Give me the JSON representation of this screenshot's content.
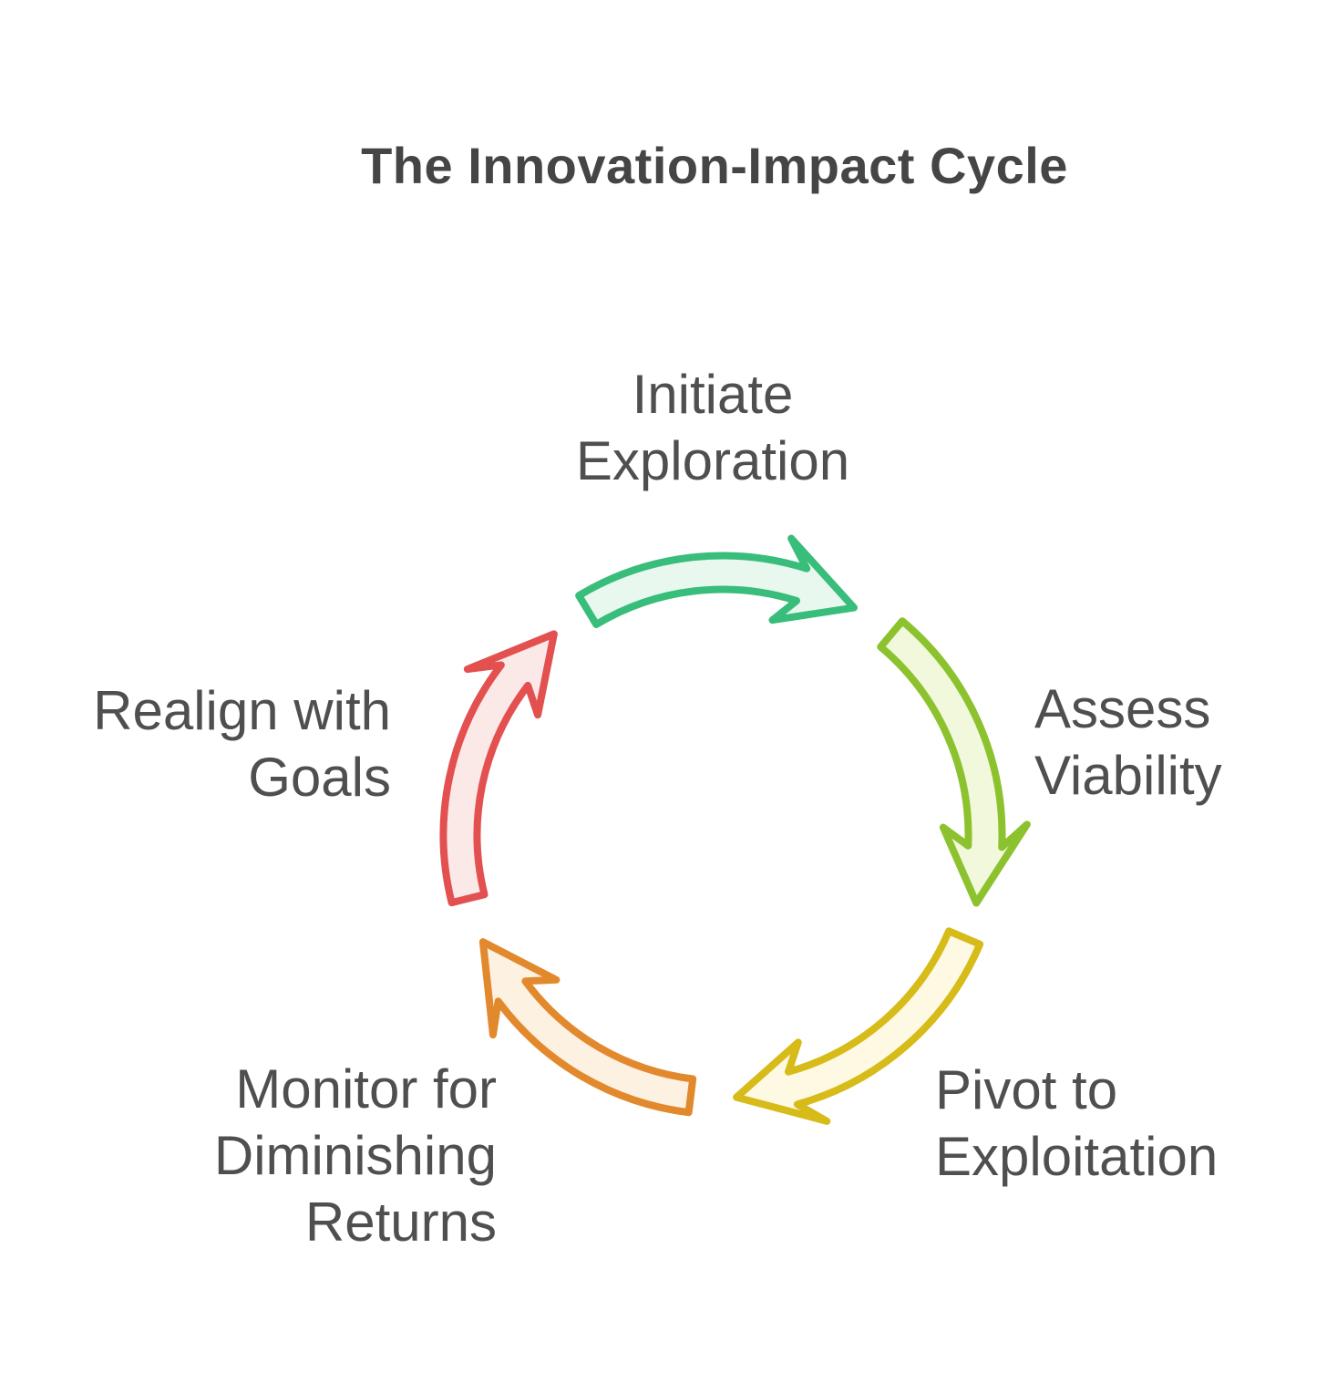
{
  "title": "The Innovation-Impact Cycle",
  "colors": {
    "background": "#ffffff",
    "title_text": "#454545",
    "label_text": "#4f4f4f"
  },
  "diagram": {
    "type": "cycle",
    "direction": "clockwise",
    "steps": [
      {
        "id": "initiate-exploration",
        "label": "Initiate\nExploration",
        "arrow_color": "#38bd7a",
        "arrow_fill": "#e8f8ee",
        "arc_start_deg": 329,
        "arc_tip_deg": 30
      },
      {
        "id": "assess-viability",
        "label": "Assess\nViability",
        "arrow_color": "#8dc22f",
        "arrow_fill": "#f1f8dc",
        "arc_start_deg": 40,
        "arc_tip_deg": 105
      },
      {
        "id": "pivot-to-exploitation",
        "label": "Pivot to\nExploitation",
        "arrow_color": "#d6bb19",
        "arrow_fill": "#fdf9e2",
        "arc_start_deg": 113,
        "arc_tip_deg": 177
      },
      {
        "id": "monitor-for-diminishing-returns",
        "label": "Monitor for\nDiminishing\nReturns",
        "arrow_color": "#e2892d",
        "arrow_fill": "#fdf1e1",
        "arc_start_deg": 187,
        "arc_tip_deg": 246
      },
      {
        "id": "realign-with-goals",
        "label": "Realign with\nGoals",
        "arrow_color": "#e25050",
        "arrow_fill": "#fbe9e7",
        "arc_start_deg": 256,
        "arc_tip_deg": 320
      }
    ]
  }
}
